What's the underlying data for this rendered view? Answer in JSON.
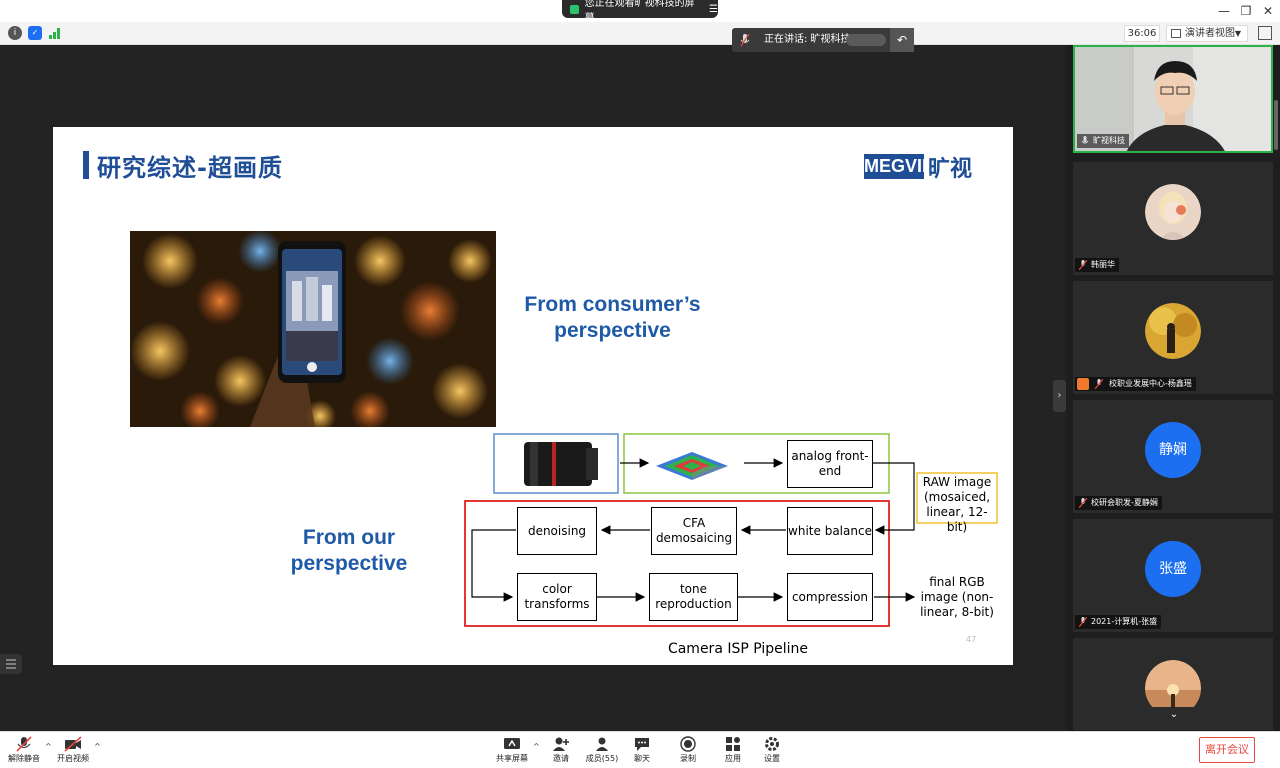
{
  "titlebar": {
    "share_notice": "您正在观看旷视科技的屏幕",
    "window_controls": [
      "minimize-icon",
      "restore-icon",
      "close-icon"
    ]
  },
  "toolbar": {
    "timer": "36:06",
    "view_mode": "演讲者视图",
    "status_icons": [
      "info-icon",
      "shield-icon",
      "signal-icon"
    ]
  },
  "speaking": {
    "label": "正在讲话: 旷视科技;"
  },
  "slide": {
    "title": "研究综述-超画质",
    "logo_en": "MEGVII",
    "logo_cn": "旷视",
    "consumer_line1": "From consumer’s",
    "consumer_line2": "perspective",
    "ours_line1": "From our",
    "ours_line2": "perspective",
    "pipeline": {
      "analog": "analog front-end",
      "raw": "RAW image (mosaiced, linear, 12-bit)",
      "white_balance": "white balance",
      "cfa": "CFA demosaicing",
      "denoising": "denoising",
      "color": "color transforms",
      "tone": "tone reproduction",
      "compression": "compression",
      "final": "final RGB image (non-linear, 8-bit)",
      "caption": "Camera ISP Pipeline"
    },
    "page": "47"
  },
  "participants": [
    {
      "name": "旷视科技",
      "type": "video"
    },
    {
      "name": "韩丽华",
      "type": "photo"
    },
    {
      "name": "校职业发展中心-杨鑫瑶",
      "type": "photo"
    },
    {
      "name": "校研会职发-夏静娴",
      "type": "initial",
      "initial": "静娴",
      "color": "#1d6ff2"
    },
    {
      "name": "2021-计算机-张盛",
      "type": "initial",
      "initial": "张盛",
      "color": "#1d6ff2"
    },
    {
      "name": "",
      "type": "photo"
    }
  ],
  "bottombar": {
    "unmute": "解除静音",
    "video": "开启视频",
    "share": "共享屏幕",
    "invite": "邀请",
    "members": "成员(55)",
    "chat": "聊天",
    "record": "录制",
    "apps": "应用",
    "settings": "设置",
    "leave": "离开会议"
  }
}
